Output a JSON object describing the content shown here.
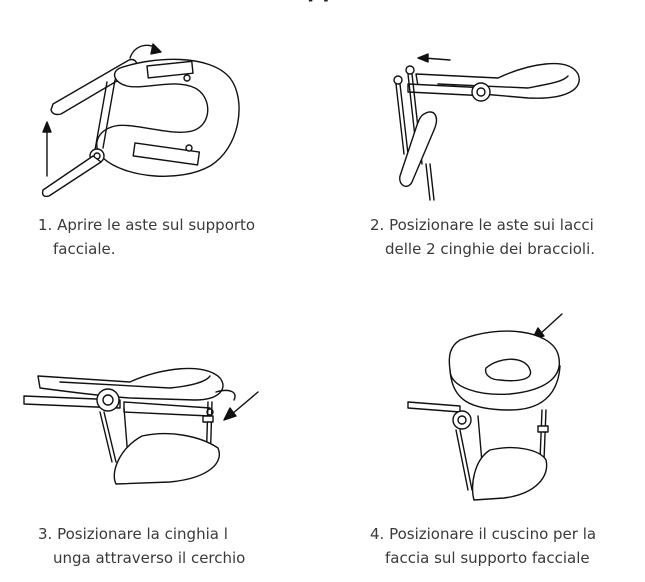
{
  "page": {
    "header_fragment": "pp"
  },
  "steps": [
    {
      "line1": "1. Aprire le aste sul supporto",
      "line2": "facciale.",
      "illustration": "face-rest-arms-opening"
    },
    {
      "line1": "2. Posizionare le aste sui lacci",
      "line2": "delle 2 cinghie dei braccioli.",
      "illustration": "arms-on-armrest-straps"
    },
    {
      "line1": "3. Posizionare la cinghia l",
      "line2": "unga attraverso il cerchio",
      "illustration": "long-strap-through-ring"
    },
    {
      "line1": "4. Posizionare il cuscino per la",
      "line2": "faccia sul supporto facciale",
      "illustration": "cushion-on-face-rest"
    }
  ]
}
